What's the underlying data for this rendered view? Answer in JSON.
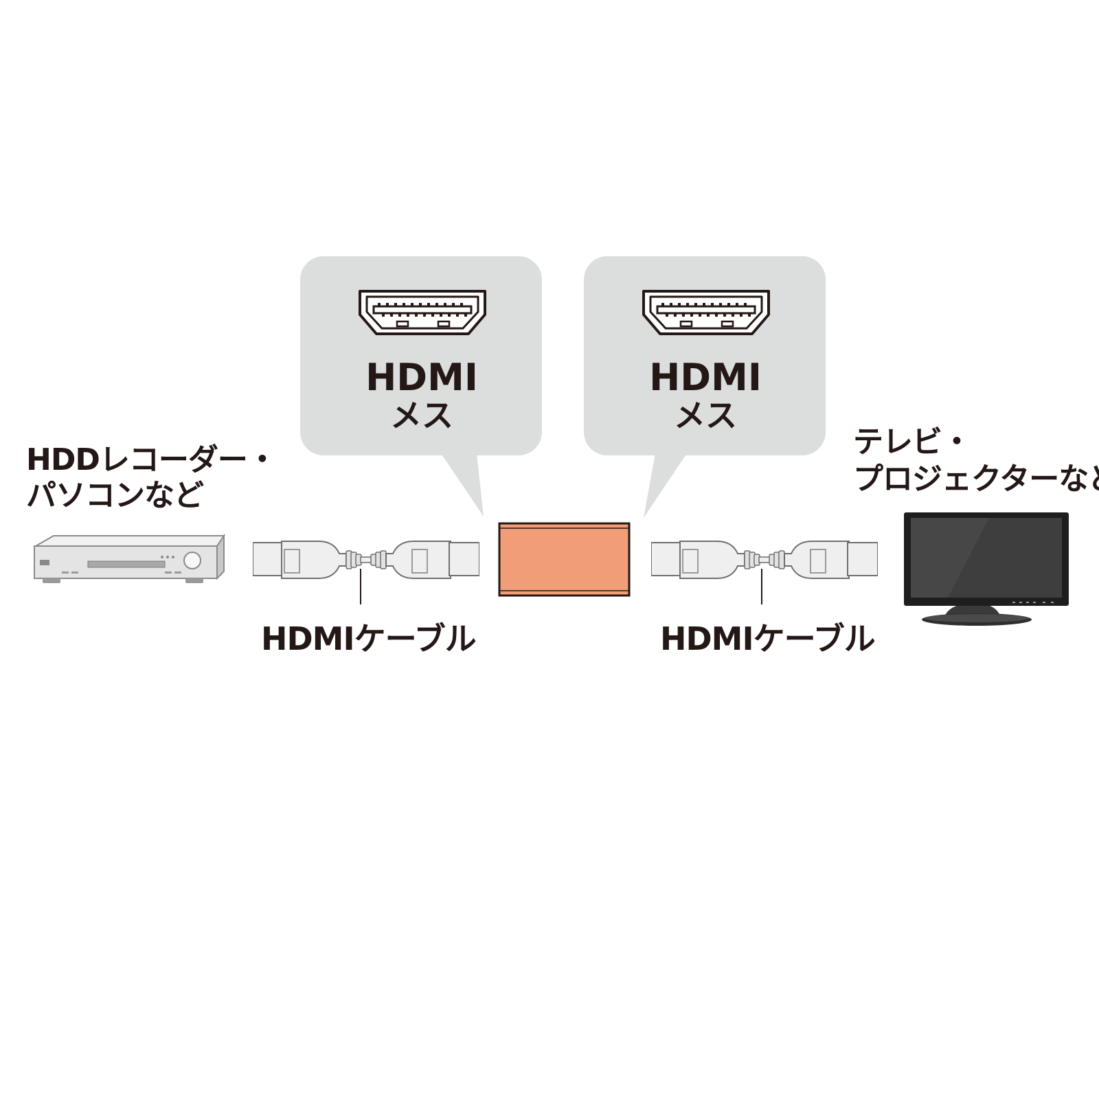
{
  "bubbles": [
    {
      "title": "HDMI",
      "subtitle": "メス",
      "icon": "hdmi-port-icon"
    },
    {
      "title": "HDMI",
      "subtitle": "メス",
      "icon": "hdmi-port-icon"
    }
  ],
  "source_device": {
    "line1": "HDDレコーダー・",
    "line2": "パソコンなど",
    "icon": "av-recorder-icon"
  },
  "display_device": {
    "line1": "テレビ・",
    "line2": "プロジェクターなど",
    "icon": "monitor-icon"
  },
  "cables": [
    {
      "label": "HDMIケーブル",
      "icon": "hdmi-cable-icon"
    },
    {
      "label": "HDMIケーブル",
      "icon": "hdmi-cable-icon"
    }
  ],
  "adapter": {
    "icon": "hdmi-adapter-icon"
  },
  "colors": {
    "bubble_fill": "#dcdddd",
    "adapter_fill": "#f19d78",
    "adapter_stroke": "#231815",
    "text": "#231815",
    "connector_fill": "#efefef",
    "connector_stroke": "#6e6e6e"
  }
}
